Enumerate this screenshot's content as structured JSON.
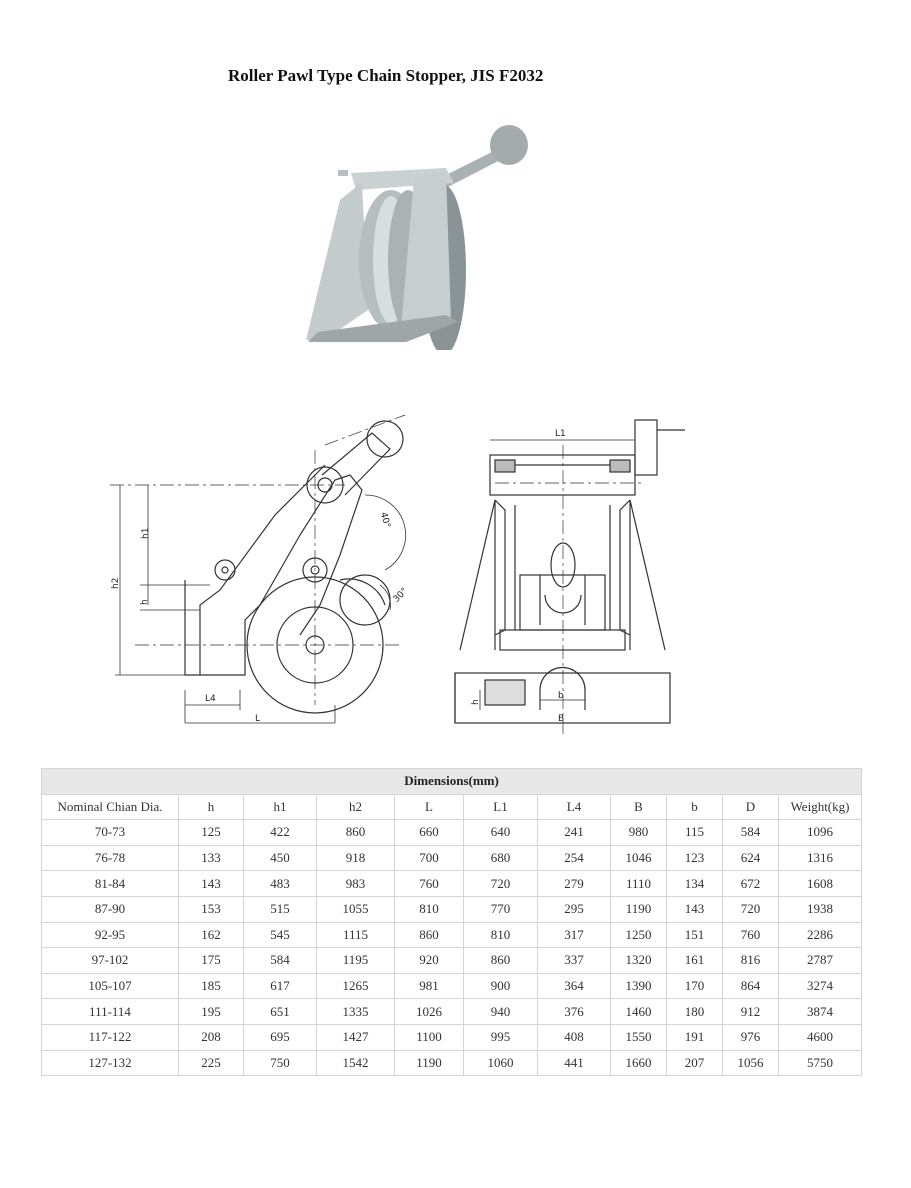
{
  "title": "Roller Pawl Type Chain Stopper, JIS F2032",
  "drawing": {
    "side_labels": {
      "h2": "h2",
      "h1": "h1",
      "h": "h",
      "l4": "L4",
      "l": "L",
      "angle_40": "40°",
      "angle_30": "30°"
    },
    "front_labels": {
      "l1": "L1",
      "b_upper": "B",
      "b_lower": "b",
      "h": "h"
    }
  },
  "table": {
    "caption": "Dimensions(mm)",
    "headers": [
      "Nominal Chian Dia.",
      "h",
      "h1",
      "h2",
      "L",
      "L1",
      "L4",
      "B",
      "b",
      "D",
      "Weight(kg)"
    ],
    "rows": [
      [
        "70-73",
        "125",
        "422",
        "860",
        "660",
        "640",
        "241",
        "980",
        "115",
        "584",
        "1096"
      ],
      [
        "76-78",
        "133",
        "450",
        "918",
        "700",
        "680",
        "254",
        "1046",
        "123",
        "624",
        "1316"
      ],
      [
        "81-84",
        "143",
        "483",
        "983",
        "760",
        "720",
        "279",
        "1110",
        "134",
        "672",
        "1608"
      ],
      [
        "87-90",
        "153",
        "515",
        "1055",
        "810",
        "770",
        "295",
        "1190",
        "143",
        "720",
        "1938"
      ],
      [
        "92-95",
        "162",
        "545",
        "1115",
        "860",
        "810",
        "317",
        "1250",
        "151",
        "760",
        "2286"
      ],
      [
        "97-102",
        "175",
        "584",
        "1195",
        "920",
        "860",
        "337",
        "1320",
        "161",
        "816",
        "2787"
      ],
      [
        "105-107",
        "185",
        "617",
        "1265",
        "981",
        "900",
        "364",
        "1390",
        "170",
        "864",
        "3274"
      ],
      [
        "111-114",
        "195",
        "651",
        "1335",
        "1026",
        "940",
        "376",
        "1460",
        "180",
        "912",
        "3874"
      ],
      [
        "117-122",
        "208",
        "695",
        "1427",
        "1100",
        "995",
        "408",
        "1550",
        "191",
        "976",
        "4600"
      ],
      [
        "127-132",
        "225",
        "750",
        "1542",
        "1190",
        "1060",
        "441",
        "1660",
        "207",
        "1056",
        "5750"
      ]
    ]
  }
}
